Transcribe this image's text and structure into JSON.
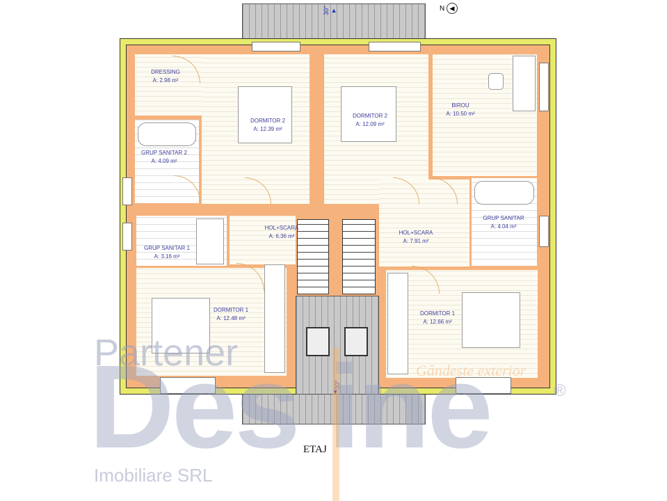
{
  "plan": {
    "title": "ETAJ",
    "compass": "N",
    "roof_slope_top": "30°",
    "roof_slope_bottom": "30°",
    "rooms": [
      {
        "name": "DRESSING",
        "area": "A: 2.98 m²"
      },
      {
        "name": "DORMITOR 2",
        "area": "A: 12.39 m²"
      },
      {
        "name": "DORMITOR 2",
        "area": "A: 12.09 m²"
      },
      {
        "name": "BIROU",
        "area": "A: 10.50 m²"
      },
      {
        "name": "GRUP SANITAR 2",
        "area": "A: 4.09 m²"
      },
      {
        "name": "HOL+SCARA",
        "area": "A: 6.36 m²"
      },
      {
        "name": "HOL+SCARA",
        "area": "A: 7.91 m²"
      },
      {
        "name": "GRUP SANITAR",
        "area": "A: 4.04 m²"
      },
      {
        "name": "GRUP SANITAR 1",
        "area": "A: 3.16 m²"
      },
      {
        "name": "DORMITOR 1",
        "area": "A: 12.48 m²"
      },
      {
        "name": "DORMITOR 1",
        "area": "A: 12.66 m²"
      }
    ],
    "colors": {
      "exterior_wall": "#e8ea6a",
      "interior_wall": "#f6b27c",
      "label": "#3c3c9c"
    }
  },
  "watermark": {
    "line1": "Partener",
    "line2": "Des ine",
    "line3": "Imobiliare SRL",
    "registered": "®",
    "slogan": "Gândeşte exterior"
  }
}
